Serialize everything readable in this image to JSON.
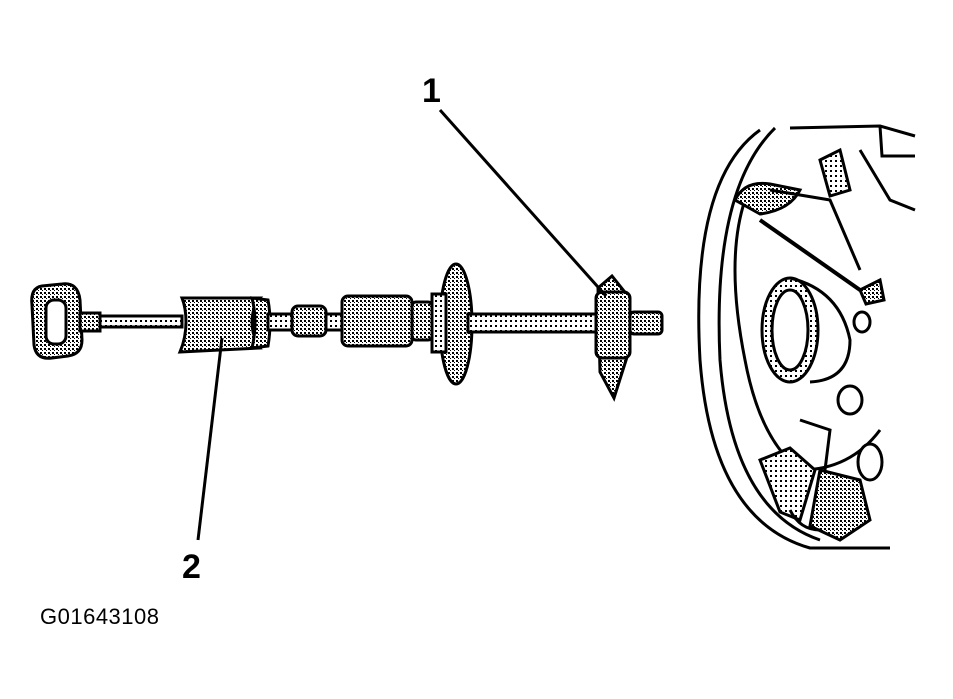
{
  "callouts": {
    "one": "1",
    "two": "2"
  },
  "figure_id": "G01643108",
  "colors": {
    "ink": "#000000",
    "paper": "#ffffff",
    "shade": "#8a8a8a"
  }
}
